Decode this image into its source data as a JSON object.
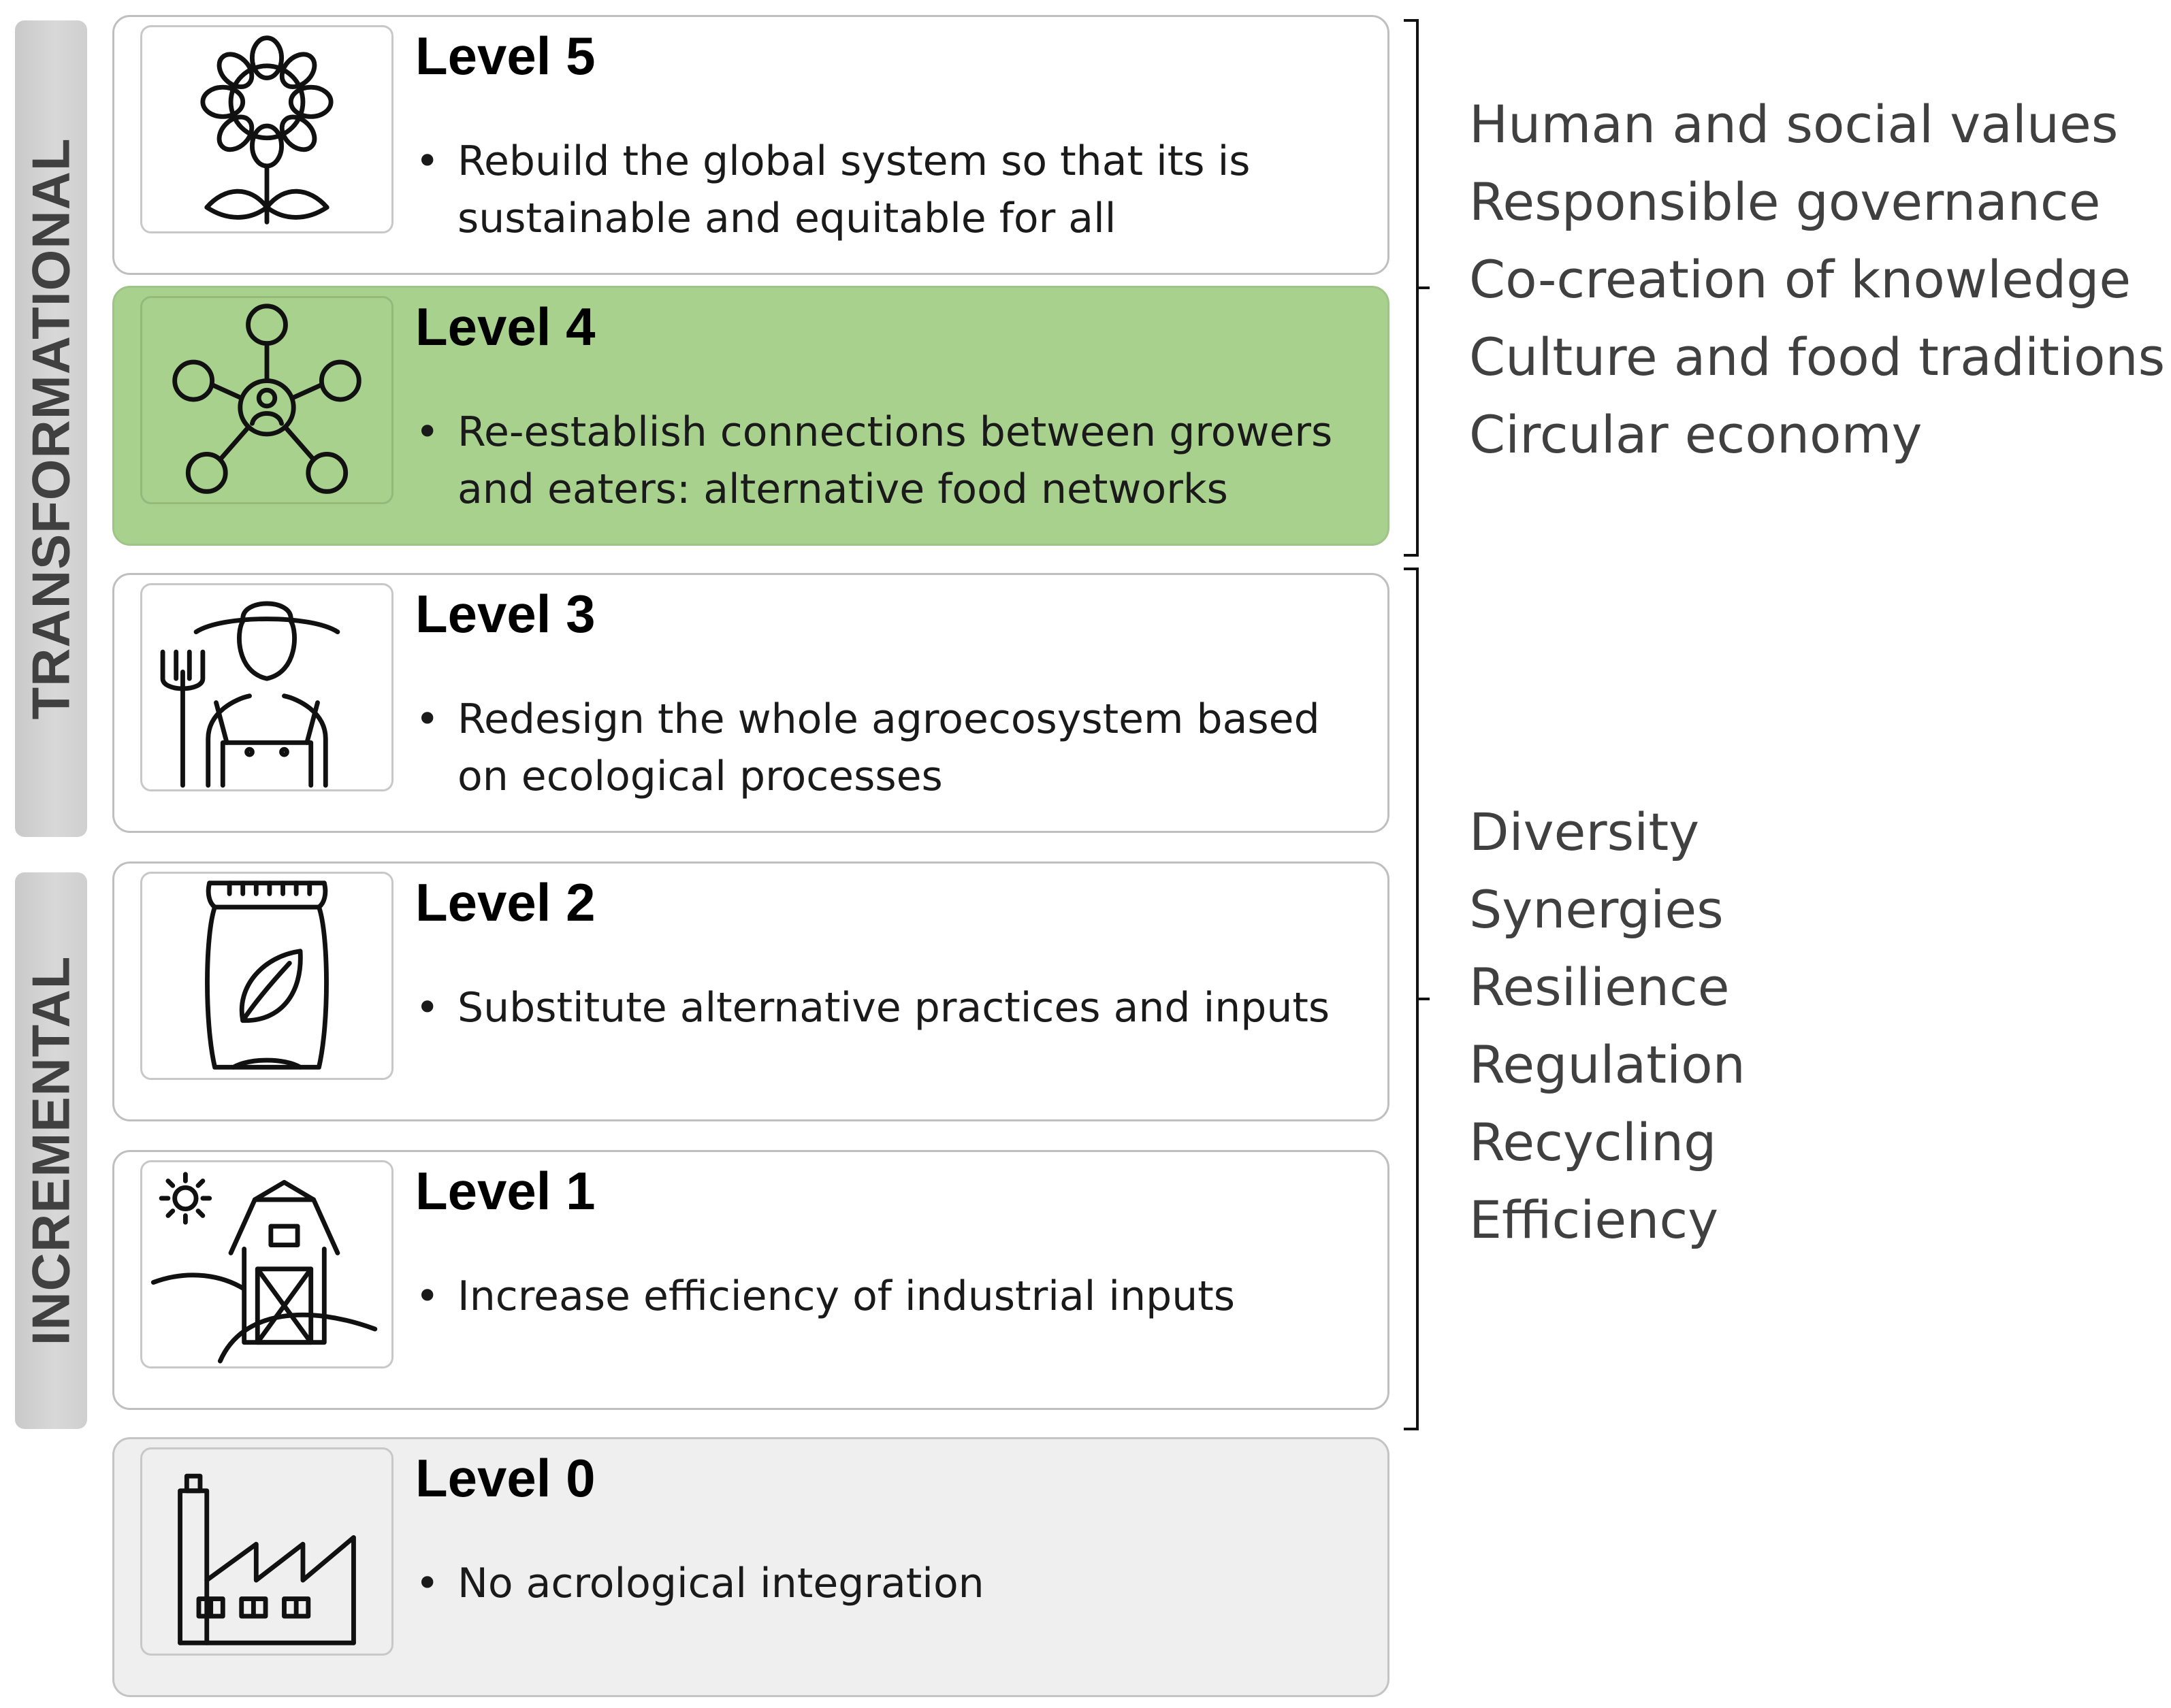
{
  "side_labels": {
    "transformational": "TRANSFORMATIONAL",
    "incremental": "INCREMENTAL"
  },
  "levels": [
    {
      "title": "Level 5",
      "bullet": "•",
      "description": "Rebuild the global system so that its is sustainable and equitable for all",
      "icon": "sunflower-icon"
    },
    {
      "title": "Level 4",
      "bullet": "•",
      "description": "Re-establish connections between growers and eaters: alternative food networks",
      "icon": "network-icon"
    },
    {
      "title": "Level 3",
      "bullet": "•",
      "description": "Redesign the whole agroecosystem based on ecological processes",
      "icon": "farmer-icon"
    },
    {
      "title": "Level 2",
      "bullet": "•",
      "description": "Substitute alternative practices and inputs",
      "icon": "organic-sack-icon"
    },
    {
      "title": "Level 1",
      "bullet": "•",
      "description": "Increase efficiency of industrial inputs",
      "icon": "barn-icon"
    },
    {
      "title": "Level 0",
      "bullet": "•",
      "description": "No acrological integration",
      "icon": "factory-icon"
    }
  ],
  "upper_group": {
    "items": [
      "Human and social values",
      "Responsible governance",
      "Co-creation of knowledge",
      "Culture and food traditions",
      "Circular economy"
    ]
  },
  "lower_group": {
    "items": [
      "Diversity",
      "Synergies",
      "Resilience",
      "Regulation",
      "Recycling",
      "Efficiency"
    ]
  },
  "colors": {
    "highlight": "#a9d18e",
    "base_level": "#efefef",
    "side_label": "#d0d0d0",
    "border": "#bfbfbf"
  }
}
